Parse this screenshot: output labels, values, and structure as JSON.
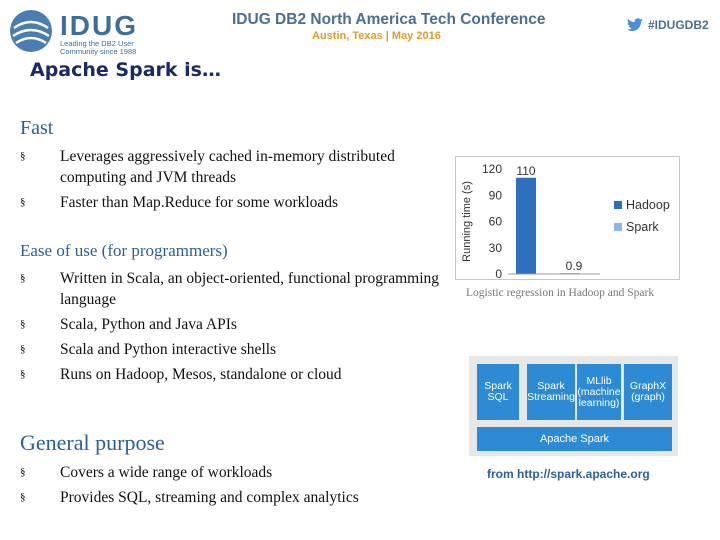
{
  "header": {
    "logo_word": "IDUG",
    "logo_tagline": [
      "Leading the DB2 User",
      "Community since 1988"
    ],
    "conference_title": "IDUG DB2 North America Tech Conference",
    "conference_subtitle": "Austin, Texas  |  May 2016",
    "hashtag": "#IDUGDB2"
  },
  "slide": {
    "title": "Apache Spark is…",
    "sections": [
      {
        "heading": "Fast",
        "bullets": [
          "Leverages aggressively cached in-memory distributed computing and JVM threads",
          "Faster than Map.Reduce for some workloads"
        ]
      },
      {
        "heading": "Ease of use (for programmers)",
        "bullets": [
          "Written in Scala, an object-oriented,  functional programming language",
          "Scala, Python and Java APIs",
          "Scala and Python interactive shells",
          "Runs on Hadoop, Mesos, standalone or cloud"
        ]
      },
      {
        "heading": "General purpose",
        "bullets": [
          "Covers a wide range of workloads",
          "Provides SQL, streaming and complex analytics"
        ]
      }
    ],
    "bullet_glyph": "§"
  },
  "chart_data": {
    "type": "bar",
    "categories": [
      "Hadoop",
      "Spark"
    ],
    "values": [
      110,
      0.9
    ],
    "value_labels": [
      "110",
      "0.9"
    ],
    "ylabel": "Running time (s)",
    "yticks": [
      0,
      30,
      60,
      90,
      120
    ],
    "ylim": [
      0,
      120
    ],
    "colors": [
      "#2e6fbd",
      "#8ab8e6"
    ],
    "legend": [
      "Hadoop",
      "Spark"
    ],
    "legend_position": "right",
    "grid": false,
    "caption": "Logistic regression in Hadoop and Spark"
  },
  "spark_stack": {
    "components": [
      {
        "lines": [
          "Spark",
          "SQL"
        ]
      },
      {
        "lines": [
          "Spark",
          "Streaming"
        ]
      },
      {
        "lines": [
          "MLlib",
          "(machine",
          "learning)"
        ]
      },
      {
        "lines": [
          "GraphX",
          "(graph)"
        ]
      }
    ],
    "base": "Apache Spark",
    "source": "from http://spark.apache.org"
  }
}
